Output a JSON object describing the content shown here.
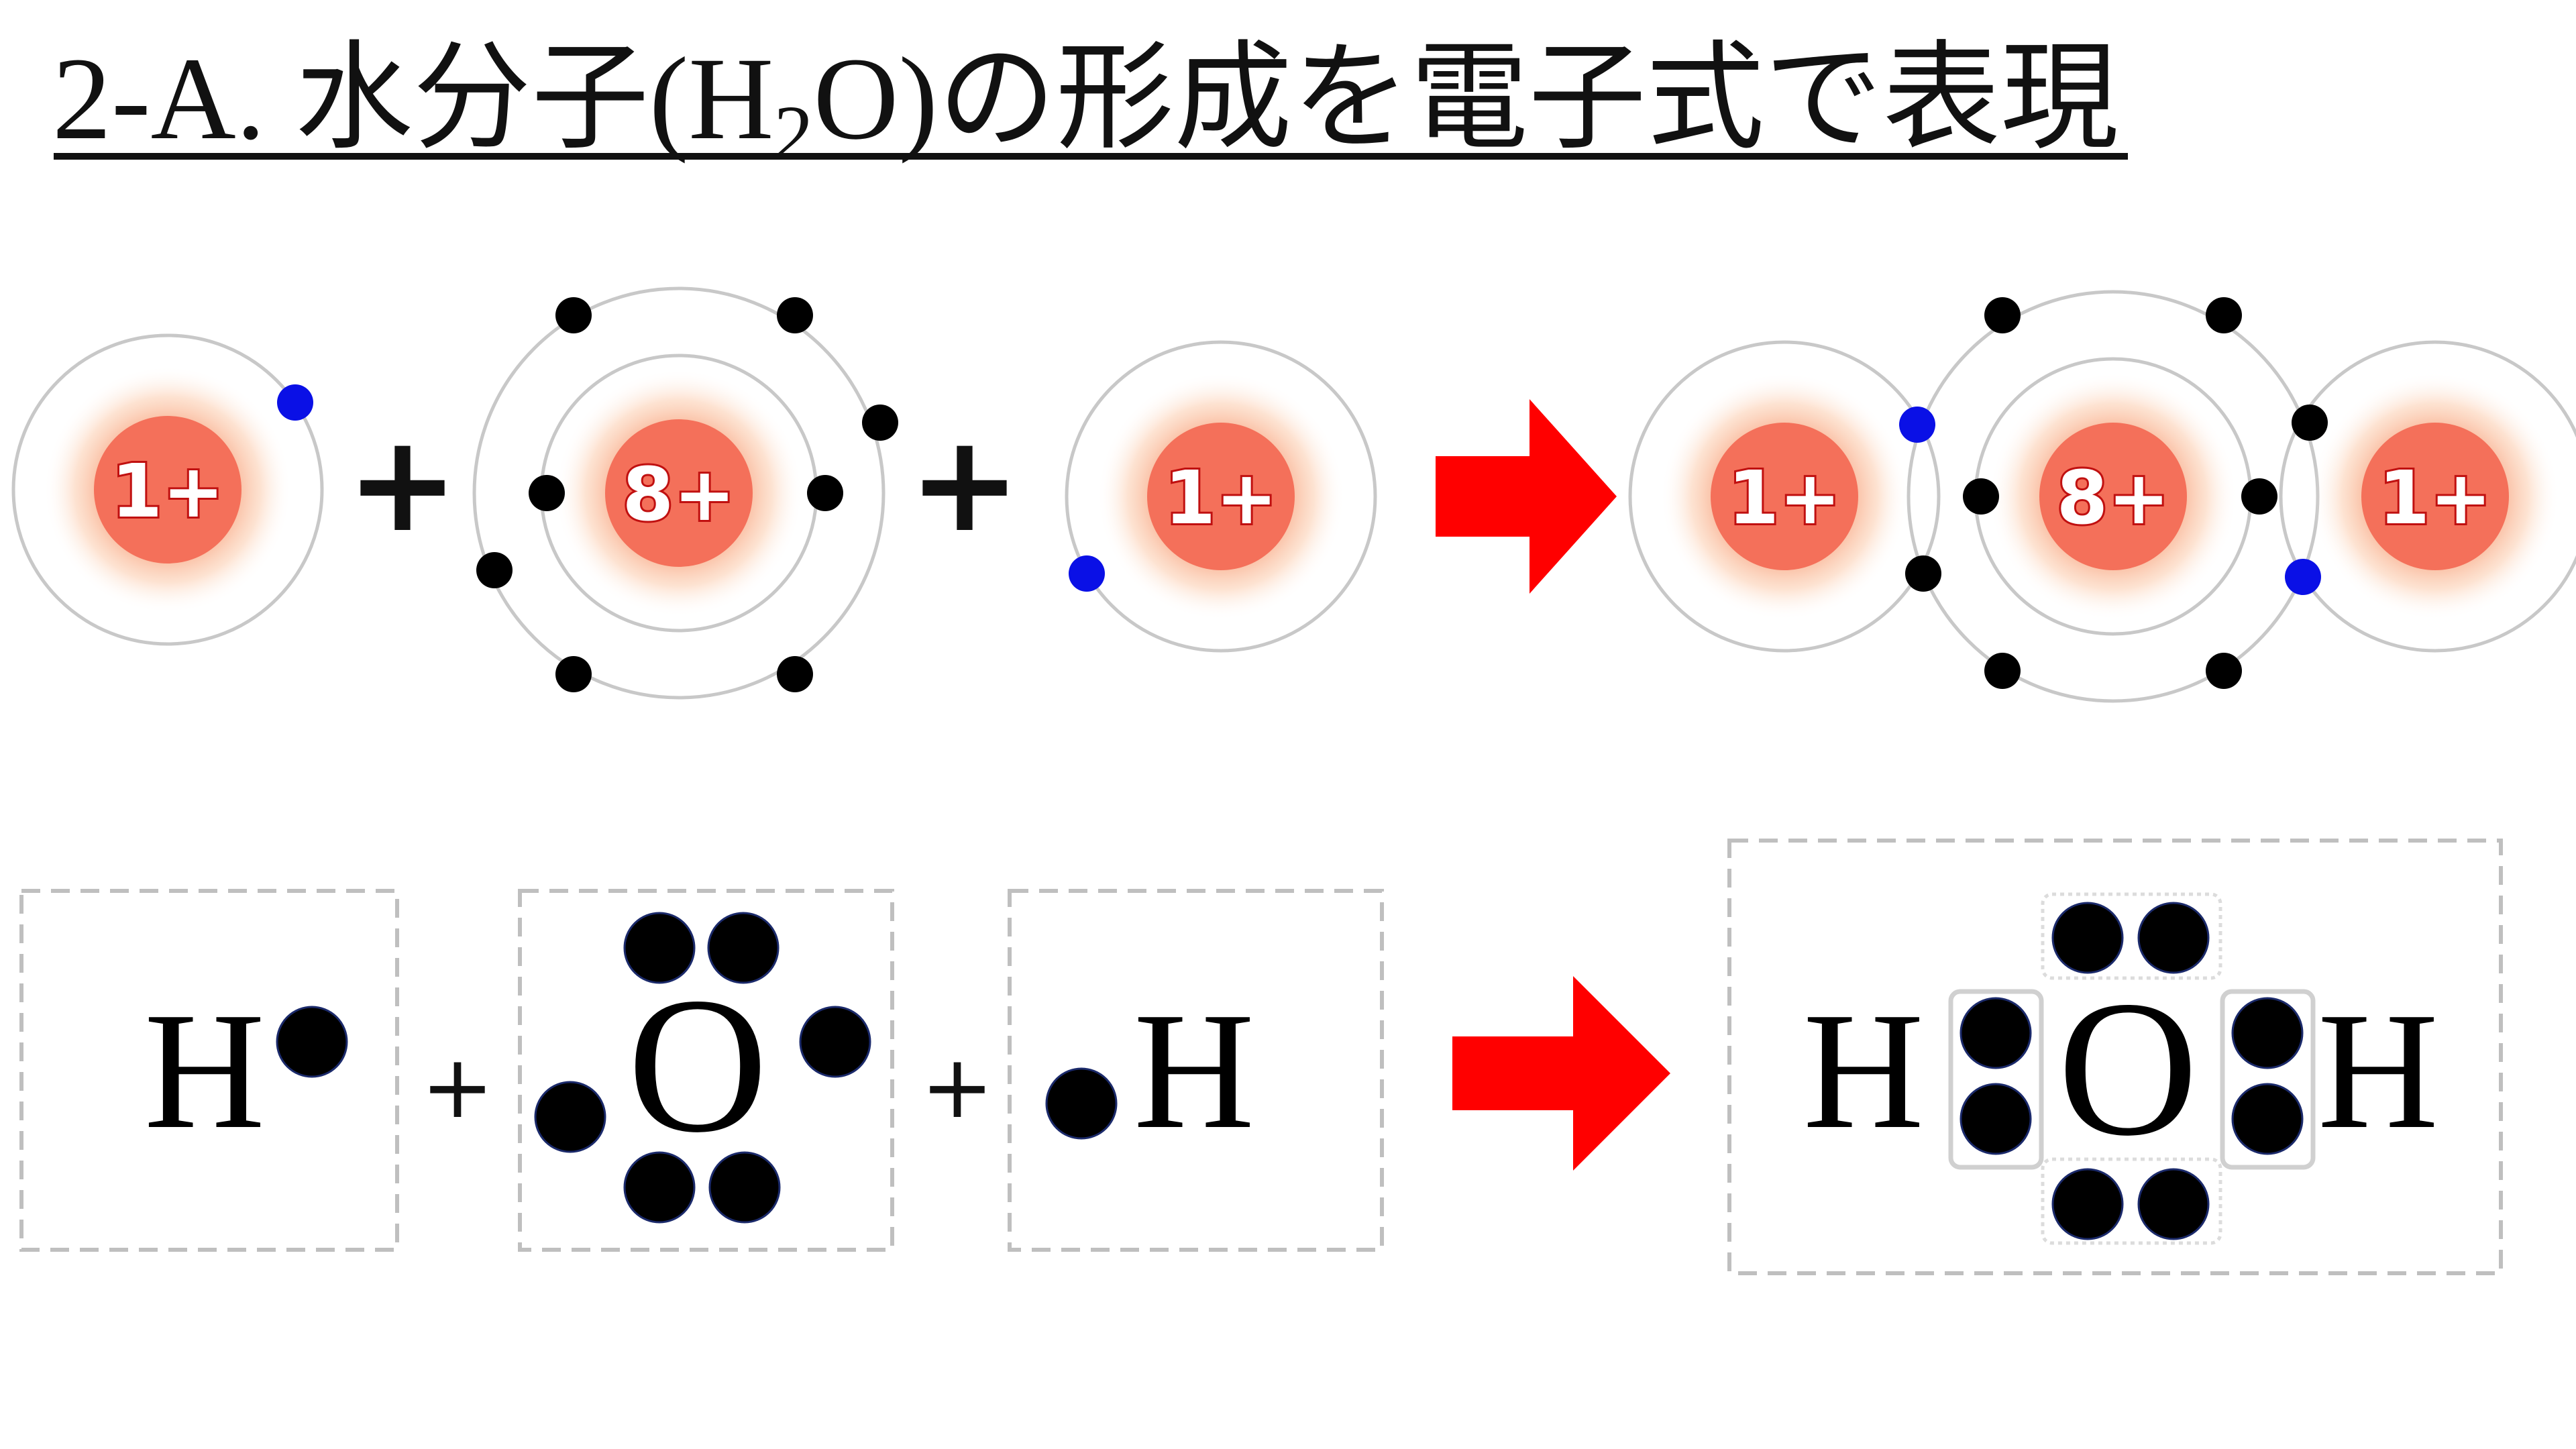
{
  "title": {
    "prefix": "2-A. 水分子(H",
    "subscript": "2",
    "suffix": "O)の形成を電子式で表現"
  },
  "atoms": {
    "hydrogen_charge": "1+",
    "oxygen_charge": "8+"
  },
  "operators": {
    "plus": "+"
  },
  "lewis": {
    "hydrogen_symbol": "H",
    "oxygen_symbol": "O"
  },
  "colors": {
    "nucleus_core": "#f4705a",
    "shell": "#c8c8c8",
    "electron": "#000000",
    "shared_hydrogen_electron": "#0a10e6",
    "arrow": "#ff0000",
    "box_border": "#bfbfbf"
  },
  "icons": {
    "arrow": "right-arrow-icon"
  }
}
